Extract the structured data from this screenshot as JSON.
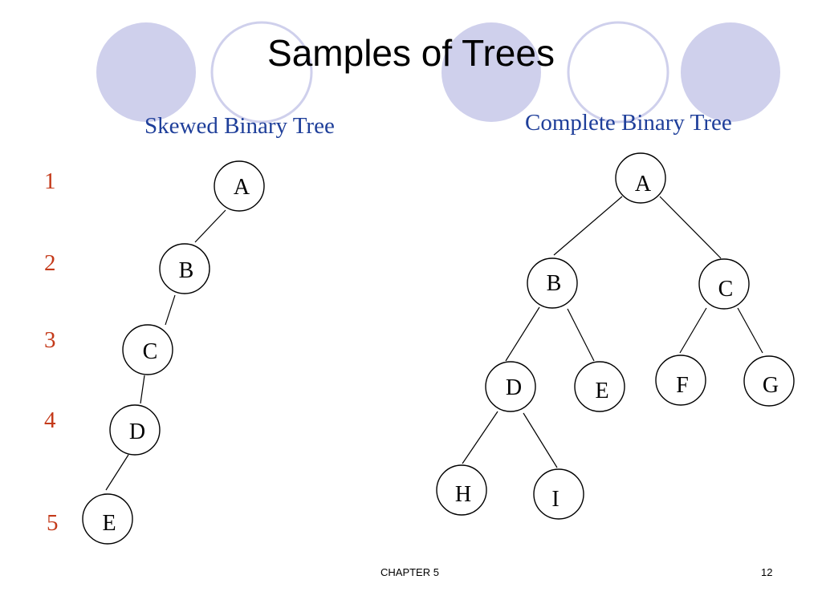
{
  "slide": {
    "title": "Samples of Trees",
    "footer_left": "CHAPTER 5",
    "footer_right": "12"
  },
  "colors": {
    "decor_fill": "#cfd0ec",
    "decor_stroke": "#cfd0ec",
    "subtitle": "#1f3f9a",
    "level": "#c43a1a"
  },
  "skewed_tree": {
    "title": "Skewed Binary Tree",
    "levels": [
      "1",
      "2",
      "3",
      "4",
      "5"
    ],
    "nodes": [
      "A",
      "B",
      "C",
      "D",
      "E"
    ]
  },
  "complete_tree": {
    "title": "Complete Binary Tree",
    "nodes": [
      "A",
      "B",
      "C",
      "D",
      "E",
      "F",
      "G",
      "H",
      "I"
    ]
  }
}
